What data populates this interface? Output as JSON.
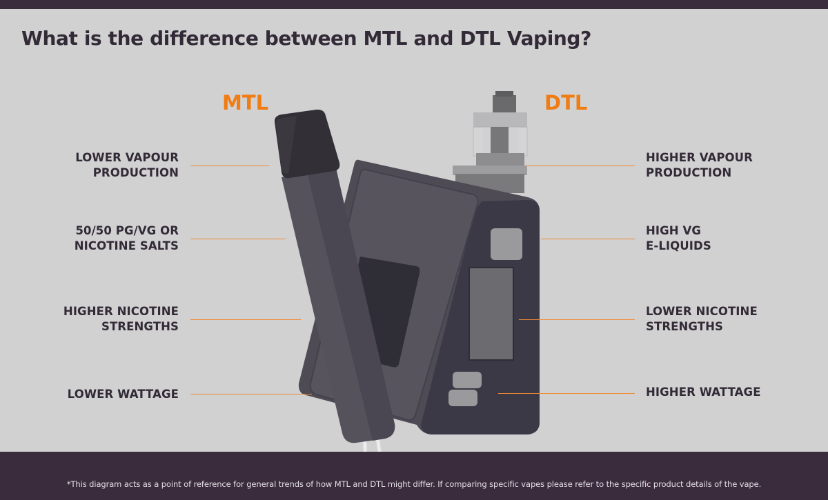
{
  "title": "What is the difference between MTL and DTL Vaping?",
  "mtl": {
    "heading": "MTL",
    "items": [
      {
        "label": "LOWER VAPOUR\nPRODUCTION"
      },
      {
        "label": "50/50 PG/VG OR\nNICOTINE SALTS"
      },
      {
        "label": "HIGHER NICOTINE\nSTRENGTHS"
      },
      {
        "label": "LOWER WATTAGE"
      }
    ]
  },
  "dtl": {
    "heading": "DTL",
    "items": [
      {
        "label": "HIGHER VAPOUR\nPRODUCTION"
      },
      {
        "label": "HIGH VG\nE-LIQUIDS"
      },
      {
        "label": "LOWER NICOTINE\nSTRENGTHS"
      },
      {
        "label": "HIGHER WATTAGE"
      }
    ]
  },
  "footnote": "*This diagram acts as a point of reference for general trends of how MTL and DTL might differ. If comparing specific vapes please refer to the specific product details of the vape.",
  "colors": {
    "accent": "#f07c14",
    "dark": "#3a2b3d",
    "background": "#d1d1d2",
    "text": "#322a36"
  },
  "icons": [
    "pod-vape-icon",
    "box-mod-vape-icon"
  ]
}
